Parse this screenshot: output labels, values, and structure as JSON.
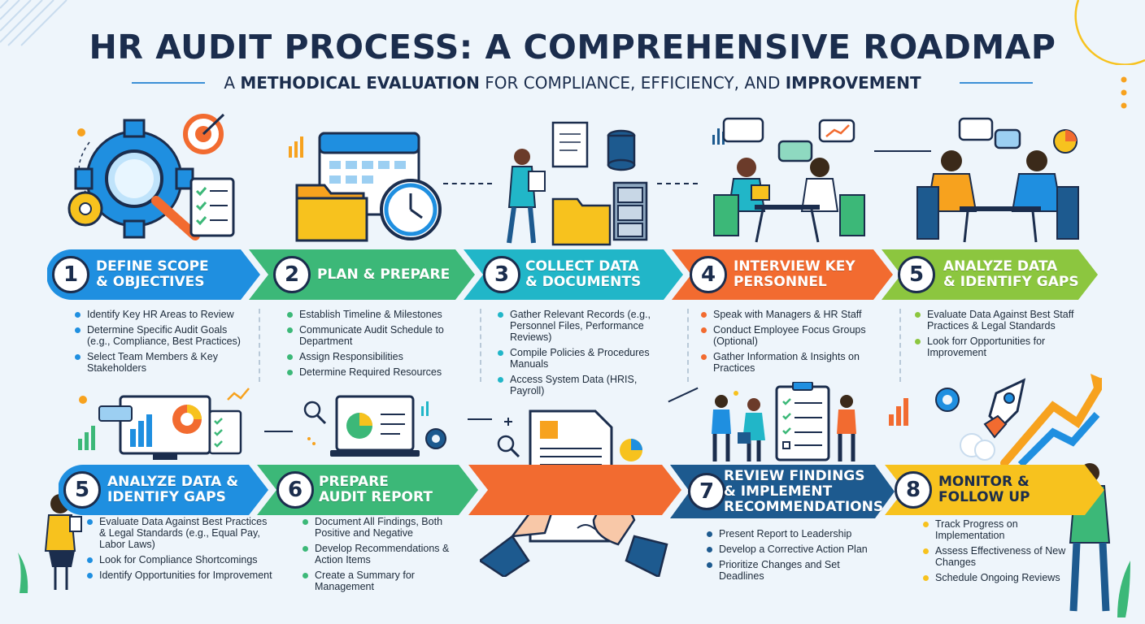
{
  "header": {
    "title": "HR AUDIT PROCESS: A COMPREHENSIVE ROADMAP",
    "subtitle_a": "A ",
    "subtitle_b": "METHODICAL EVALUATION",
    "subtitle_c": " FOR COMPLIANCE, EFFICIENCY, AND ",
    "subtitle_d": "IMPROVEMENT"
  },
  "colors": {
    "blue": "#1f8fe0",
    "green": "#3cb878",
    "teal": "#21b6c8",
    "orange": "#f26b30",
    "lime": "#8cc63f",
    "navy": "#1d5a8f",
    "yellow": "#f7c21e"
  },
  "row1": [
    {
      "num": "1",
      "title_l1": "DEFINE SCOPE",
      "title_l2": "& OBJECTIVES",
      "items": [
        "Identify Key HR Areas to Review",
        "Determine Specific Audit Goals (e.g., Compliance, Best Practices)",
        "Select Team Members & Key Stakeholders"
      ]
    },
    {
      "num": "2",
      "title_l1": "PLAN & PREPARE",
      "title_l2": "",
      "items": [
        "Establish Timeline & Milestones",
        "Communicate Audit Schedule to Department",
        "Assign Responsibilities",
        "Determine Required Resources"
      ]
    },
    {
      "num": "3",
      "title_l1": "COLLECT DATA",
      "title_l2": "& DOCUMENTS",
      "items": [
        "Gather Relevant Records (e.g., Personnel Files, Performance Reviews)",
        "Compile Policies & Procedures Manuals",
        "Access System Data (HRIS, Payroll)"
      ]
    },
    {
      "num": "4",
      "title_l1": "INTERVIEW KEY",
      "title_l2": "PERSONNEL",
      "items": [
        "Speak with Managers & HR Staff",
        "Conduct Employee Focus Groups (Optional)",
        "Gather Information & Insights on Practices"
      ]
    },
    {
      "num": "5",
      "title_l1": "ANALYZE DATA",
      "title_l2": "& IDENTIFY GAPS",
      "items": [
        "Evaluate Data Against Best Staff Practices & Legal Standards",
        "Look forr Opportunities for Improvement"
      ]
    }
  ],
  "row2": [
    {
      "num": "5",
      "title_l1": "ANALYZE DATA &",
      "title_l2": "IDENTIFY GAPS",
      "items": [
        "Evaluate Data Against Best Practices & Legal Standards (e.g., Equal Pay, Labor Laws)",
        "Look for Compliance Shortcomings",
        "Identify Opportunities for Improvement"
      ]
    },
    {
      "num": "6",
      "title_l1": "PREPARE",
      "title_l2": "AUDIT REPORT",
      "items": [
        "Document All Findings, Both Positive and Negative",
        "Develop Recommendations & Action Items",
        "Create a Summary for Management"
      ]
    },
    {
      "num": "7",
      "title_l1": "REVIEW FINDINGS",
      "title_l2": "& IMPLEMENT",
      "title_l3": "RECOMMENDATIONS",
      "items": [
        "Present Report to Leadership",
        "Develop a Corrective Action Plan",
        "Prioritize Changes and Set Deadlines"
      ]
    },
    {
      "num": "8",
      "title_l1": "MONITOR &",
      "title_l2": "FOLLOW UP",
      "items": [
        "Track Progress on Implementation",
        "Assess Effectiveness of New Changes",
        "Schedule Ongoing Reviews"
      ]
    }
  ]
}
